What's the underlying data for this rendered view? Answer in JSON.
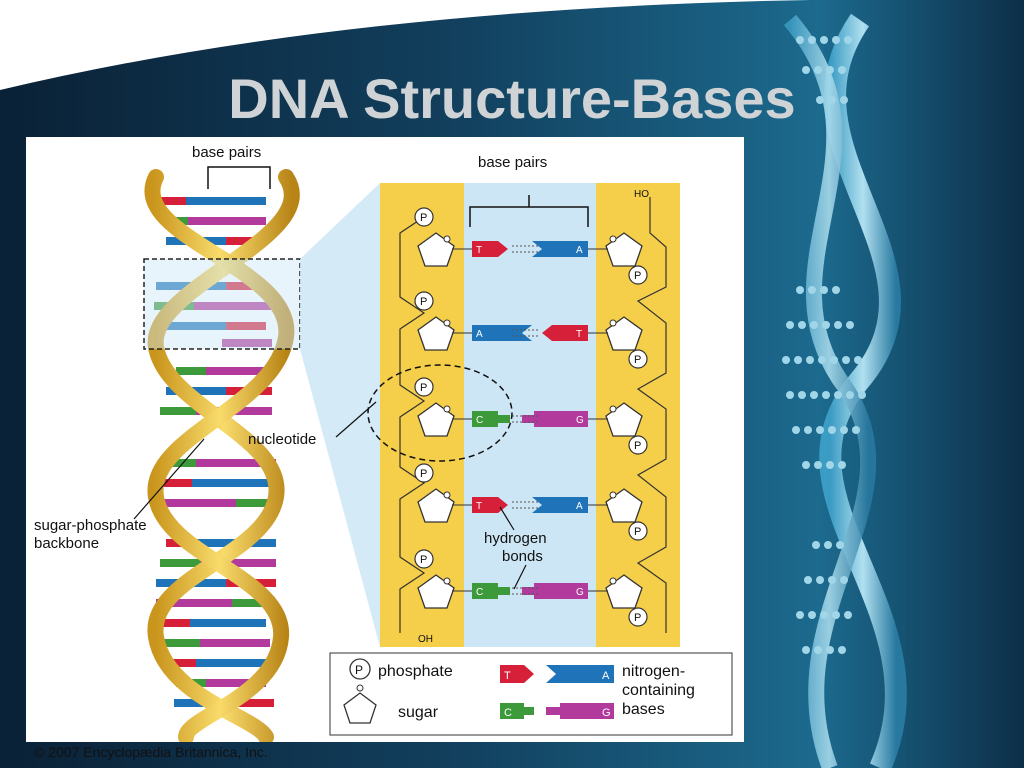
{
  "slide": {
    "title": "DNA Structure-Bases"
  },
  "diagram": {
    "left": {
      "base_pairs_label": "base pairs",
      "nucleotide_label": "nucleotide",
      "backbone_label_line1": "sugar-phosphate",
      "backbone_label_line2": "backbone"
    },
    "right": {
      "base_pairs_label": "base pairs",
      "ho_label": "HO",
      "oh_label": "OH",
      "phosphate_symbol": "P",
      "hydrogen_label_line1": "hydrogen",
      "hydrogen_label_line2": "bonds",
      "rungs": [
        {
          "left": "T",
          "right": "A"
        },
        {
          "left": "A",
          "right": "T"
        },
        {
          "left": "C",
          "right": "G"
        },
        {
          "left": "T",
          "right": "A"
        },
        {
          "left": "C",
          "right": "G"
        }
      ]
    },
    "legend": {
      "phosphate_symbol": "P",
      "phosphate_label": "phosphate",
      "sugar_label": "sugar",
      "base_t": "T",
      "base_a": "A",
      "base_c": "C",
      "base_g": "G",
      "bases_label_line1": "nitrogen-",
      "bases_label_line2": "containing",
      "bases_label_line3": "bases"
    },
    "colors": {
      "thymine": "#d6203a",
      "adenine": "#1f73b8",
      "cytosine": "#3c9a3a",
      "guanine": "#b23a9c",
      "backbone": "#f6cf4a",
      "zoom_panel": "#cde6f6"
    }
  },
  "footer": {
    "credit": "© 2007 Encyclopædia Britannica, Inc."
  }
}
